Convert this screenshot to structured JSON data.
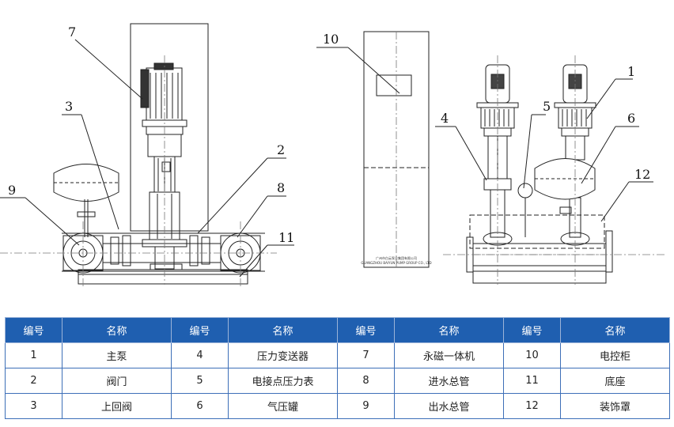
{
  "callouts": {
    "c1": "1",
    "c2": "2",
    "c3": "3",
    "c4": "4",
    "c5": "5",
    "c6": "6",
    "c7": "7",
    "c8": "8",
    "c9": "9",
    "c10": "10",
    "c11": "11",
    "c12": "12"
  },
  "cabinet_plate": {
    "line1": "广州市白云泵业集团有限公司",
    "line2": "GUANGZHOU BAIYUN PUMP GROUP CO., LTD"
  },
  "table": {
    "headers": [
      "编号",
      "名称",
      "编号",
      "名称",
      "编号",
      "名称",
      "编号",
      "名称"
    ],
    "rows": [
      [
        "1",
        "主泵",
        "4",
        "压力变送器",
        "7",
        "永磁一体机",
        "10",
        "电控柜"
      ],
      [
        "2",
        "阀门",
        "5",
        "电接点压力表",
        "8",
        "进水总管",
        "11",
        "底座"
      ],
      [
        "3",
        "上回阀",
        "6",
        "气压罐",
        "9",
        "出水总管",
        "12",
        "装饰罩"
      ]
    ]
  },
  "colors": {
    "header_bg": "#1f5fb0",
    "header_text": "#ffffff",
    "grid": "#3d6fb8",
    "line": "#222222"
  }
}
